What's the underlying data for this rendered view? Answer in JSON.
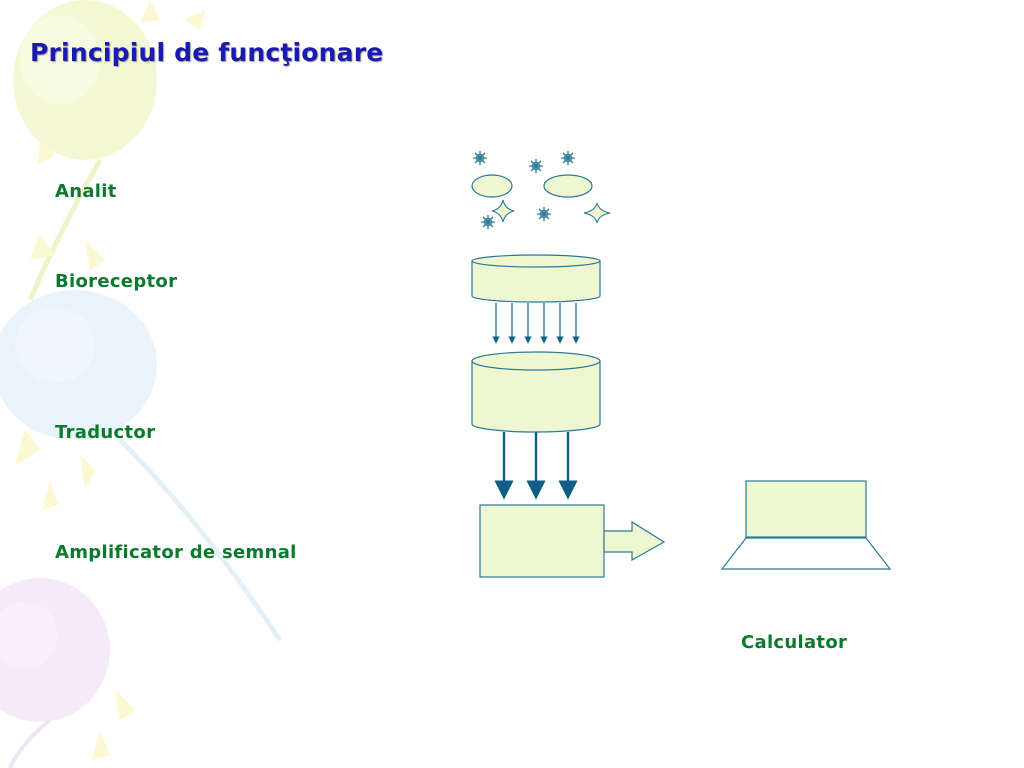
{
  "slide": {
    "title": "Principiul de funcţionare"
  },
  "labels": {
    "analyte": "Analit",
    "bioreceptor": "Bioreceptor",
    "transducer": "Traductor",
    "amplifier": "Amplificator de semnal",
    "computer": "Calculator"
  },
  "colors": {
    "title": "#1a1ab0",
    "label_text": "#0b7a2e",
    "shape_fill": "#eef7d0",
    "shape_stroke": "#2a7a98",
    "arrow": "#0d5f86"
  }
}
